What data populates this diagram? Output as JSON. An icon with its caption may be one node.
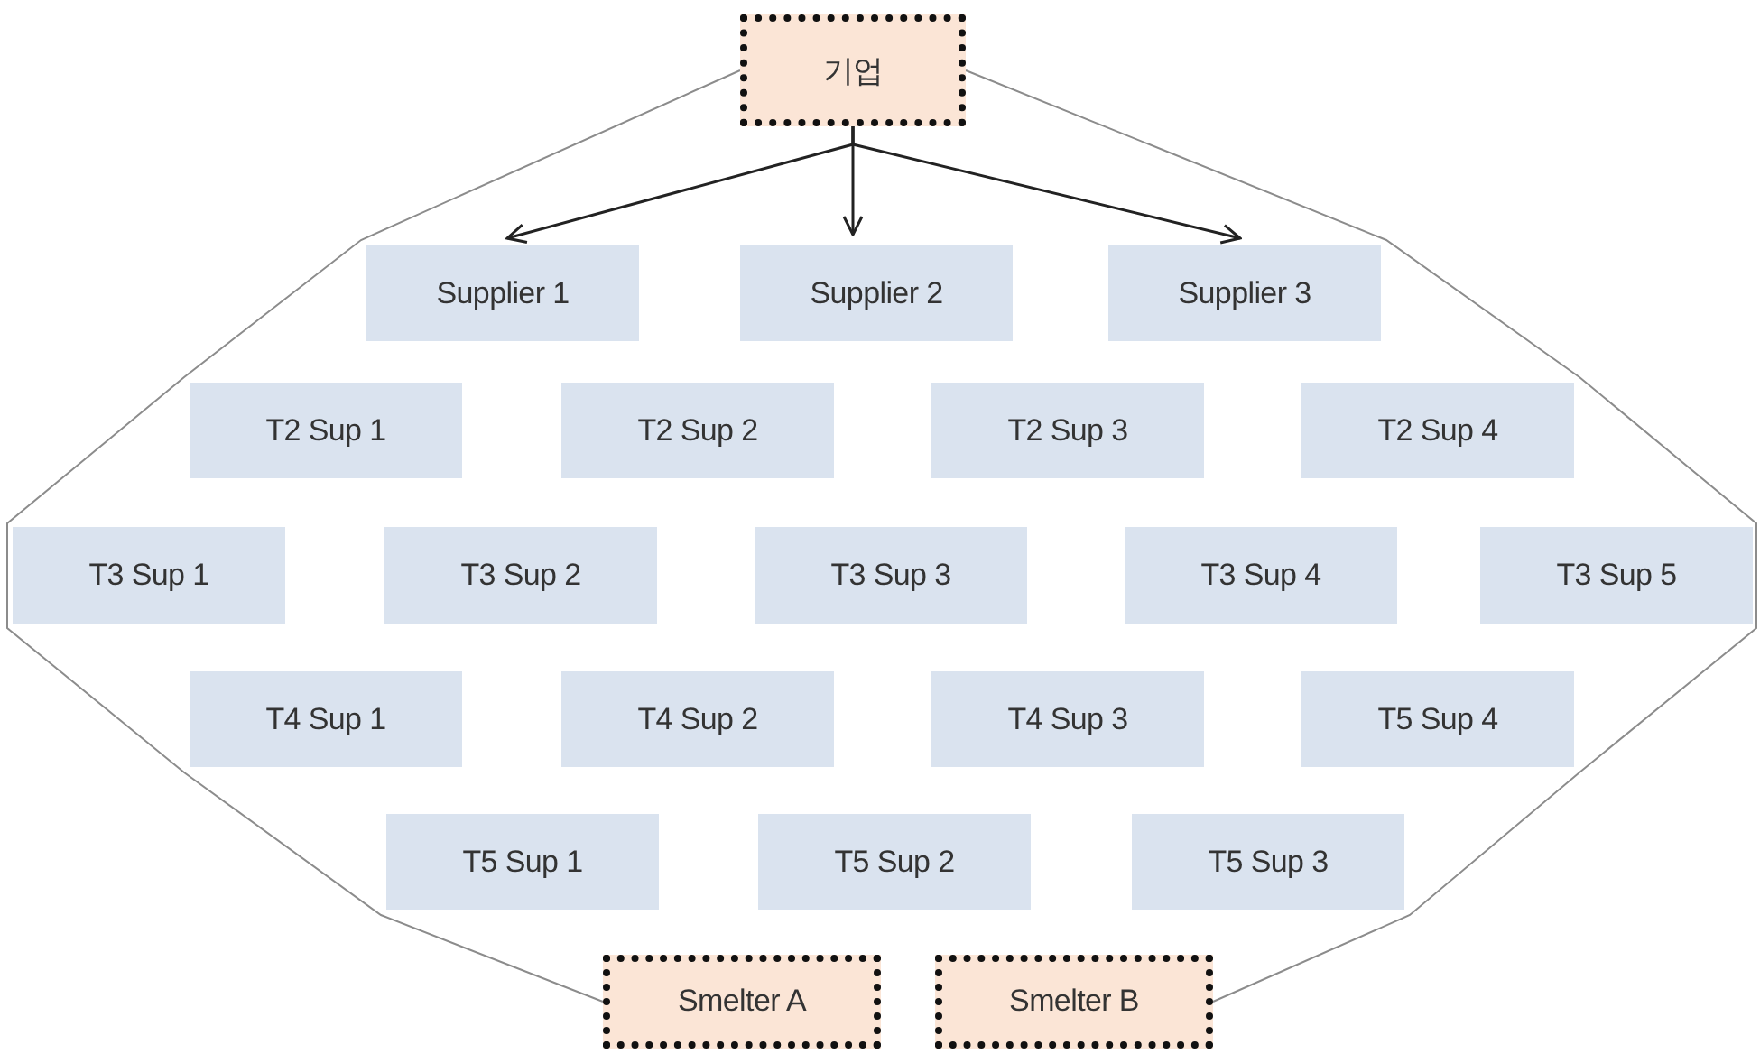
{
  "diagram": {
    "nodes": [
      {
        "text": [
          "기업"
        ]
      },
      {
        "text": [
          "Supplier 1"
        ]
      },
      {
        "text": [
          "Supplier 2"
        ]
      },
      {
        "text": [
          "Supplier 3"
        ]
      },
      {
        "text": [
          "T2 Sup 1"
        ]
      },
      {
        "text": [
          "T2 Sup 2"
        ]
      },
      {
        "text": [
          "T2 Sup 3"
        ]
      },
      {
        "text": [
          "T2 Sup 4"
        ]
      },
      {
        "text": [
          "T3 Sup 1"
        ]
      },
      {
        "text": [
          "T3 Sup 2"
        ]
      },
      {
        "text": [
          "T3 Sup 3"
        ]
      },
      {
        "text": [
          "T3 Sup 4"
        ]
      },
      {
        "text": [
          "T3 Sup 5"
        ]
      },
      {
        "text": [
          "T4 Sup 1"
        ]
      },
      {
        "text": [
          "T4 Sup 2"
        ]
      },
      {
        "text": [
          "T4 Sup 3"
        ]
      },
      {
        "text": [
          "T5 Sup 4"
        ]
      },
      {
        "text": [
          "T5 Sup 1"
        ]
      },
      {
        "text": [
          "T5 Sup 2"
        ]
      },
      {
        "text": [
          "T5 Sup 3"
        ]
      },
      {
        "text": [
          "Smelter A"
        ]
      },
      {
        "text": [
          "Smelter B"
        ]
      }
    ],
    "edges": [
      {
        "from": 0,
        "to": 1,
        "arrow": "to"
      },
      {
        "from": 0,
        "to": 2,
        "arrow": "to"
      },
      {
        "from": 0,
        "to": 3,
        "arrow": "to"
      },
      {
        "from": 0,
        "to": 20,
        "arrow": "none",
        "color": "#8c8c8c"
      },
      {
        "from": 0,
        "to": 21,
        "arrow": "none",
        "color": "#8c8c8c"
      }
    ]
  }
}
